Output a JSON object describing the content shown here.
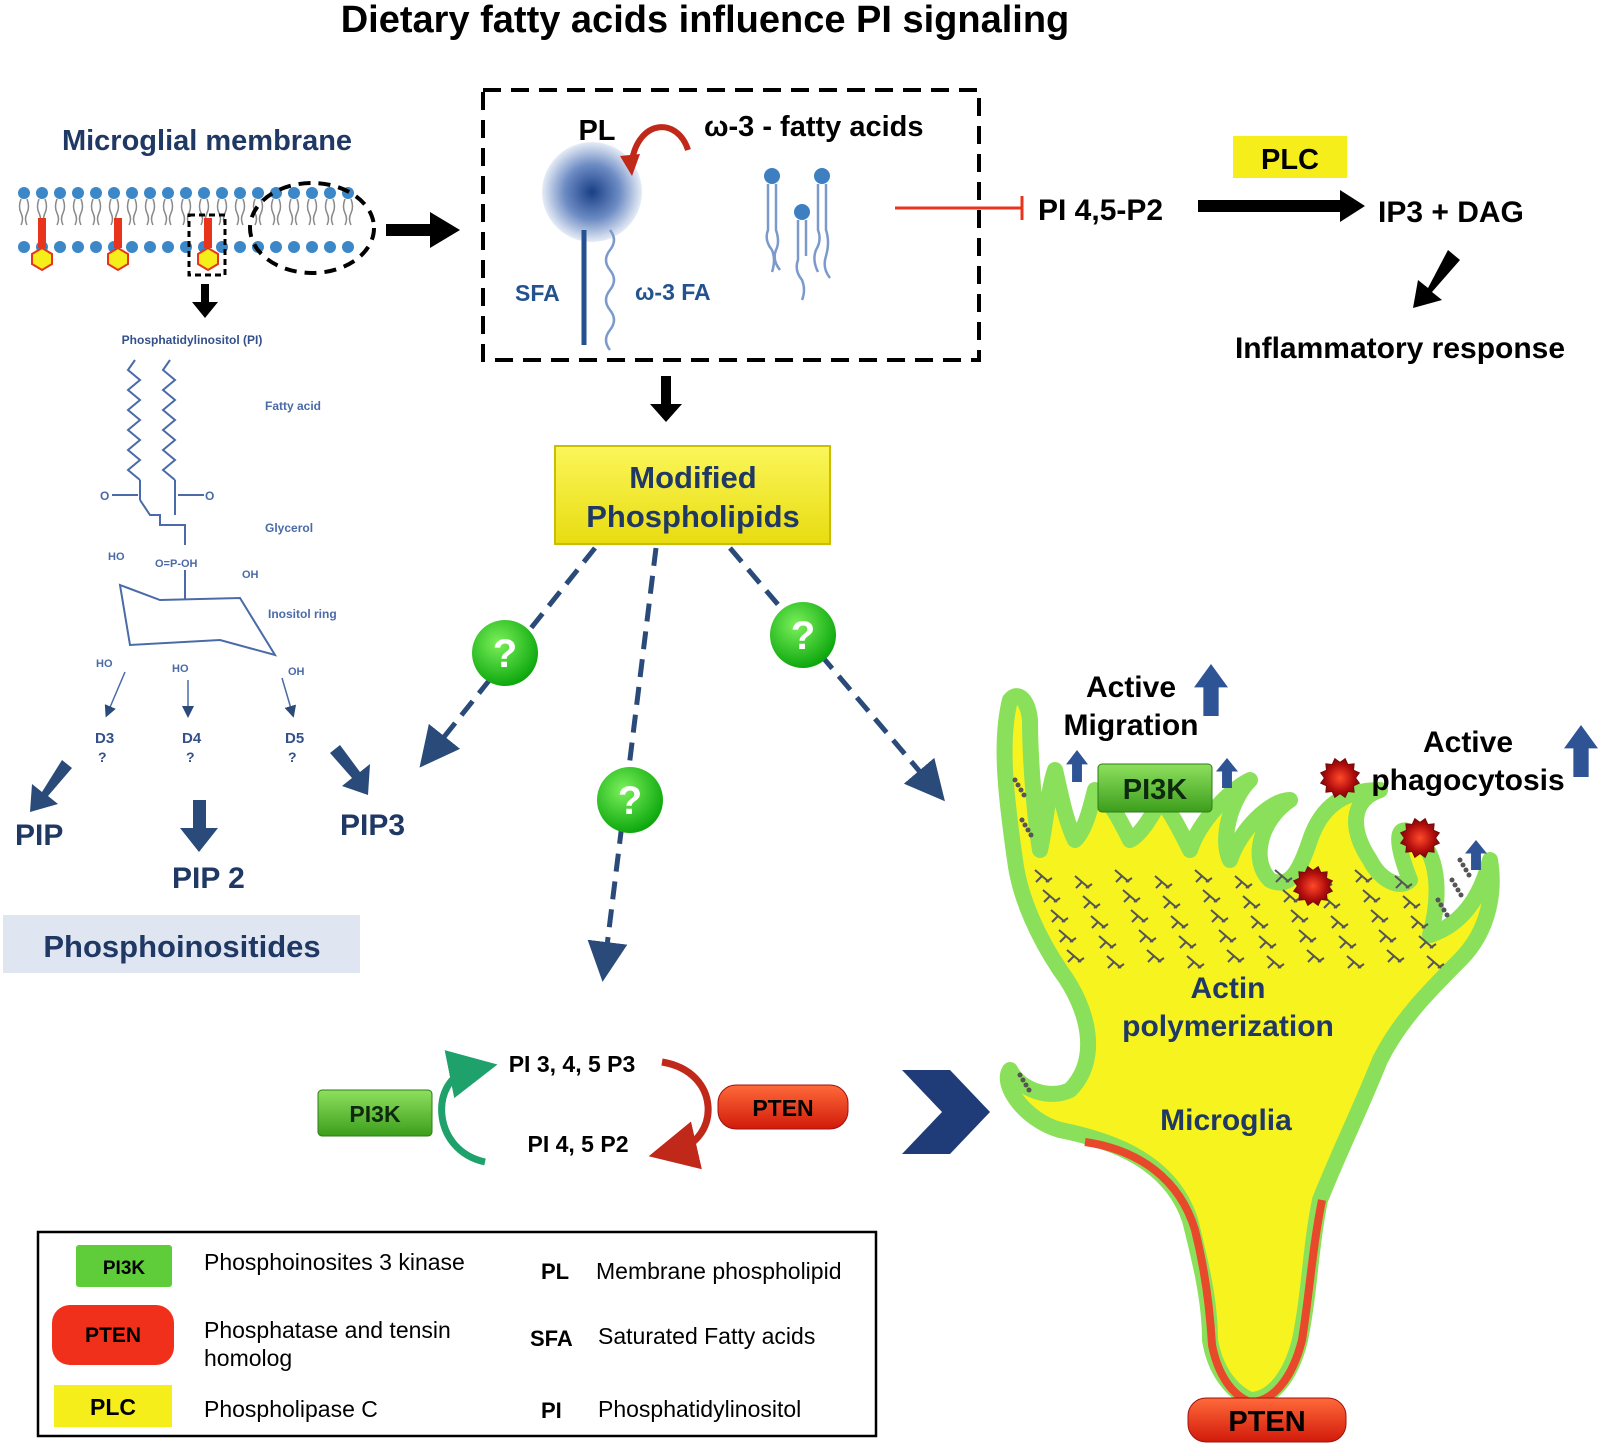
{
  "title": "Dietary fatty acids influence PI signaling",
  "membrane": {
    "label": "Microglial membrane"
  },
  "pi_structure": {
    "title": "Phosphatidylinositol (PI)",
    "fatty_acid": "Fatty acid",
    "glycerol": "Glycerol",
    "inositol_ring": "Inositol ring",
    "ho1": "HO",
    "oh1": "OH",
    "ho2": "HO",
    "ho3": "HO",
    "oh2": "OH",
    "p_group": "O=P-OH",
    "o1": "O",
    "o2": "O",
    "d3": "D3",
    "d4": "D4",
    "d5": "D5",
    "q": "?"
  },
  "phosphoinositides": {
    "pip": "PIP",
    "pip2": "PIP 2",
    "pip3": "PIP3",
    "label": "Phosphoinositides"
  },
  "box": {
    "pl": "PL",
    "omega3": "ω-3 - fatty acids",
    "sfa": "SFA",
    "omega3fa": "ω-3 FA"
  },
  "pathway": {
    "pi45p2": "PI 4,5-P2",
    "plc": "PLC",
    "ip3dag": "IP3 + DAG",
    "inflammatory": "Inflammatory response"
  },
  "modified": {
    "line1": "Modified",
    "line2": "Phospholipids"
  },
  "question": "?",
  "cycle": {
    "pi345p3": "PI 3, 4, 5 P3",
    "pi45p2": "PI 4, 5 P2",
    "pi3k": "PI3K",
    "pten": "PTEN"
  },
  "microglia": {
    "active_migration_1": "Active",
    "active_migration_2": "Migration",
    "pi3k": "PI3K",
    "active_phago_1": "Active",
    "active_phago_2": "phagocytosis",
    "actin_1": "Actin",
    "actin_2": "polymerization",
    "microglia": "Microglia",
    "pten": "PTEN"
  },
  "legend": {
    "items": [
      {
        "key": "PI3K",
        "desc1": "Phosphoinosites 3 kinase",
        "desc2": ""
      },
      {
        "key": "PTEN",
        "desc1": "Phosphatase and tensin",
        "desc2": "homolog"
      },
      {
        "key": "PLC",
        "desc1": "Phospholipase C",
        "desc2": ""
      }
    ],
    "abbrevs": [
      {
        "key": "PL",
        "desc": "Membrane phospholipid"
      },
      {
        "key": "SFA",
        "desc": "Saturated Fatty acids"
      },
      {
        "key": "PI",
        "desc": "Phosphatidylinositol"
      }
    ]
  },
  "colors": {
    "navy": "#1f3864",
    "green": "#4cb82c",
    "red": "#e8341c",
    "yellow": "#f5ee1a",
    "question_green": "#22c322"
  }
}
